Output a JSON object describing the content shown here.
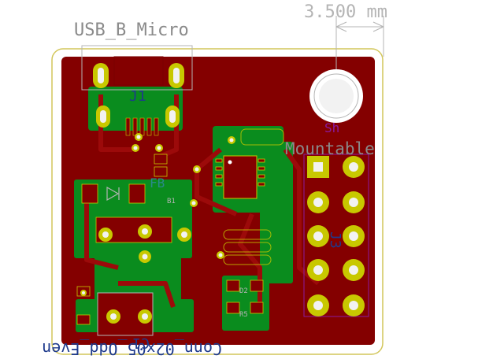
{
  "labels": {
    "usb_footprint": "USB_B_Micro",
    "dimension": "3.500 mm",
    "mount_label": "Mountable",
    "j1": "J1",
    "fb": "FB",
    "j3": "J3",
    "r5": "R5",
    "d2": "D2",
    "c1": "C1",
    "b1": "B1",
    "conn": "Conn_02x05_Odd_Even",
    "s_label": "Sh"
  },
  "colors": {
    "background": "#ffffff",
    "copper_fill": "#840000",
    "copper_trace": "#9c0a0a",
    "bottom_copper": "#0a8c1e",
    "pad": "#c8c800",
    "drill": "#f2f2f2",
    "silk": "#b4b4b4",
    "silk_text": "#8a8a8a",
    "edge_cuts": "#d2c65a",
    "fab": "#1e3a8c",
    "courtyard": "#8a1aa0"
  }
}
